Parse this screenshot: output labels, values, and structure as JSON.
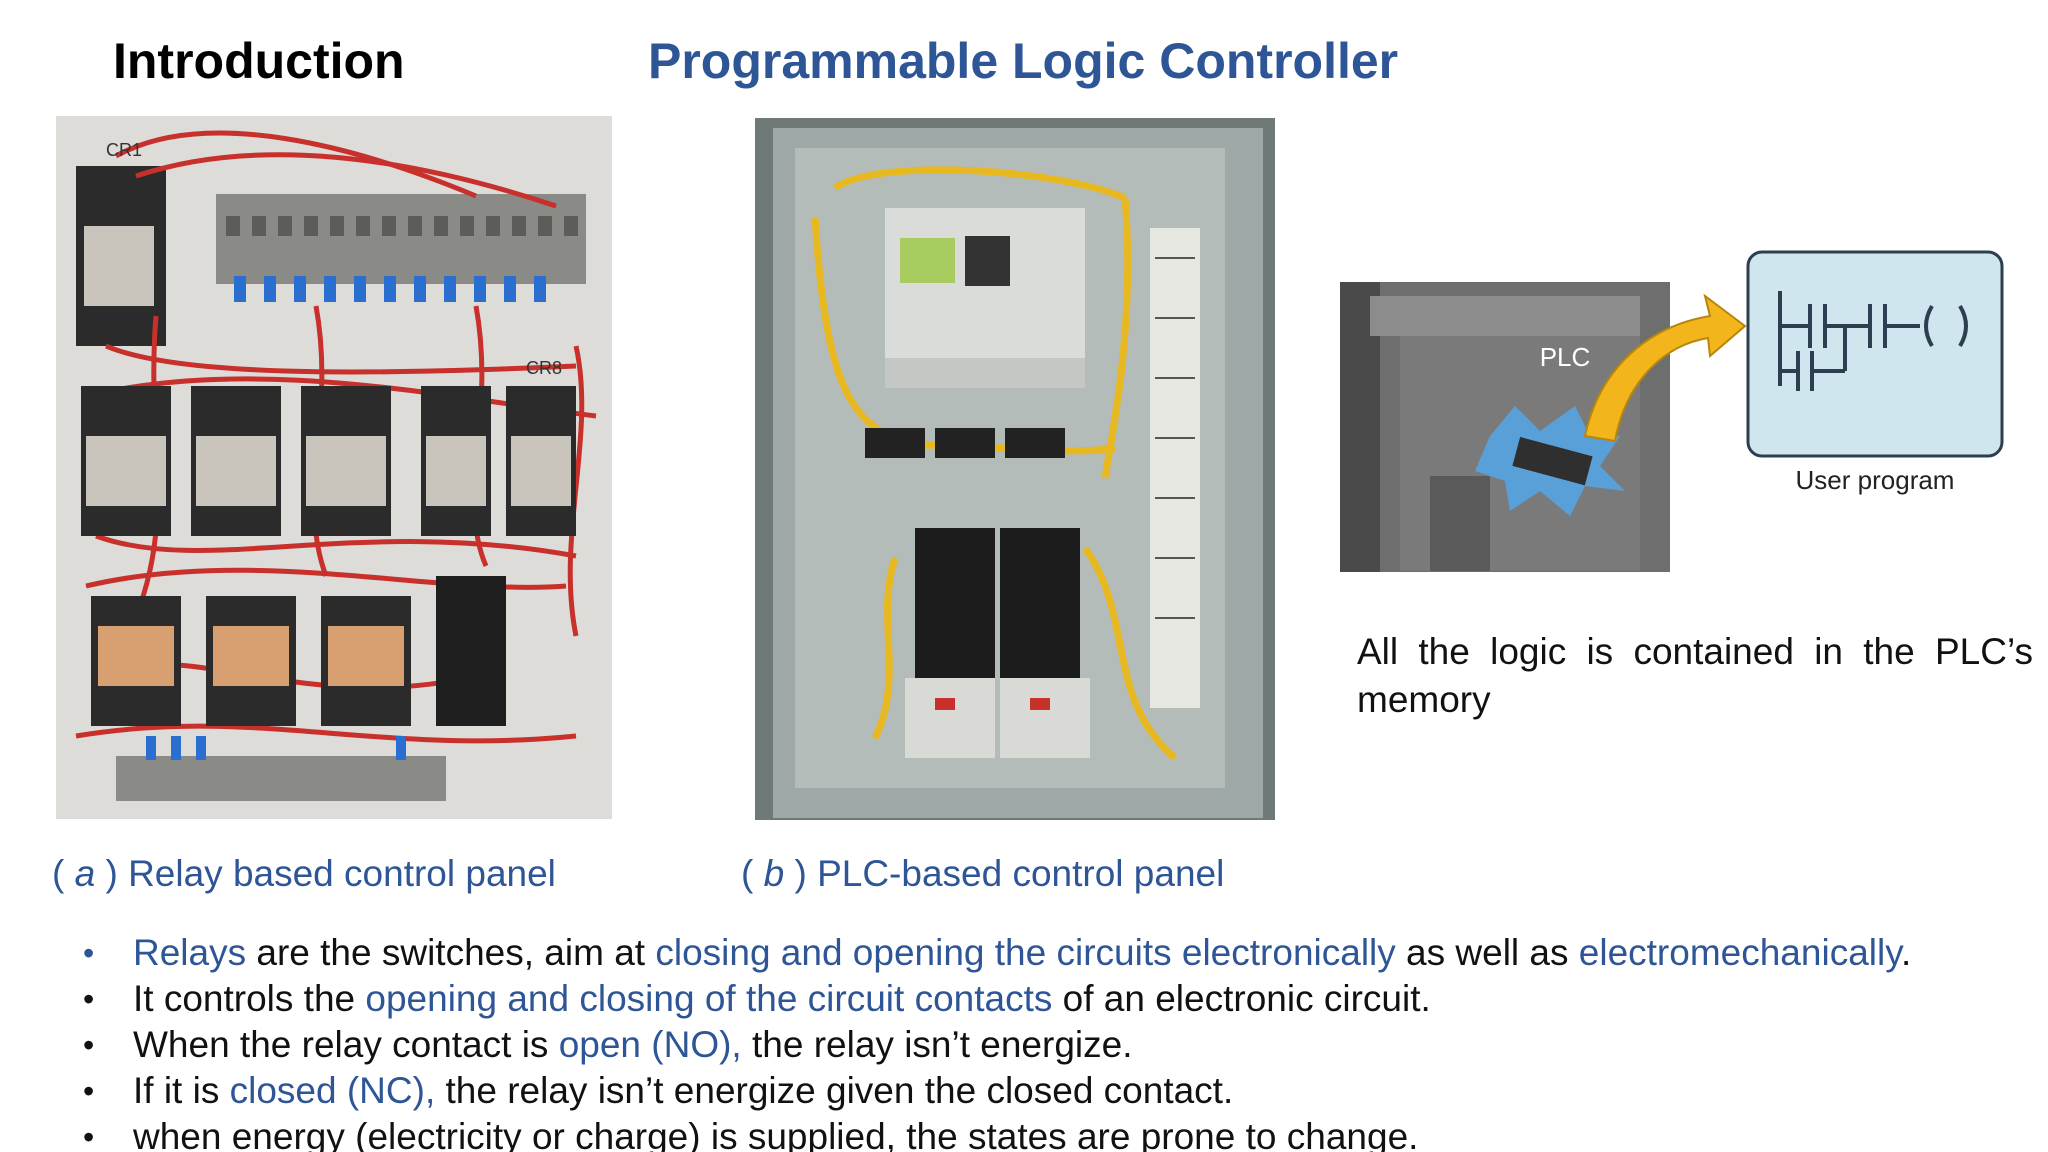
{
  "header": {
    "section": "Introduction",
    "title": "Programmable Logic Controller"
  },
  "figures": {
    "a": {
      "paren_open": "( ",
      "letter": "a",
      "paren_close": " )",
      "caption": " Relay based control panel",
      "labels": [
        "CR1",
        "CR8"
      ]
    },
    "b": {
      "paren_open": "( ",
      "letter": "b",
      "paren_close": " )",
      "caption": " PLC-based control panel"
    },
    "plc": {
      "device_label": "PLC",
      "program_label": "User program"
    }
  },
  "side_note": "All the logic is contained in the PLC’s memory",
  "bullets": [
    {
      "segments": [
        {
          "text": "Relays",
          "hl": true
        },
        {
          "text": " are the switches, aim at ",
          "hl": false
        },
        {
          "text": "closing and opening the circuits electronically",
          "hl": true
        },
        {
          "text": " as well as ",
          "hl": false
        },
        {
          "text": "electromechanically",
          "hl": true
        },
        {
          "text": ".",
          "hl": false
        }
      ]
    },
    {
      "segments": [
        {
          "text": "It controls the ",
          "hl": false
        },
        {
          "text": "opening and closing of the circuit contacts",
          "hl": true
        },
        {
          "text": " of an electronic circuit.",
          "hl": false
        }
      ]
    },
    {
      "segments": [
        {
          "text": "When the relay contact is ",
          "hl": false
        },
        {
          "text": "open (NO),",
          "hl": true
        },
        {
          "text": " the relay isn’t energize.",
          "hl": false
        }
      ]
    },
    {
      "segments": [
        {
          "text": "If it is ",
          "hl": false
        },
        {
          "text": "closed (NC),",
          "hl": true
        },
        {
          "text": " the relay isn’t energize given the closed contact.",
          "hl": false
        }
      ]
    },
    {
      "segments": [
        {
          "text": "when energy (electricity or charge) is supplied, the states are prone to change.",
          "hl": false
        }
      ]
    }
  ],
  "colors": {
    "accent": "#2e5596",
    "wire_red": "#c8302c",
    "wire_yellow": "#e8b820",
    "terminal_blue": "#2a6fd0",
    "program_box": "#cfe6ef"
  }
}
